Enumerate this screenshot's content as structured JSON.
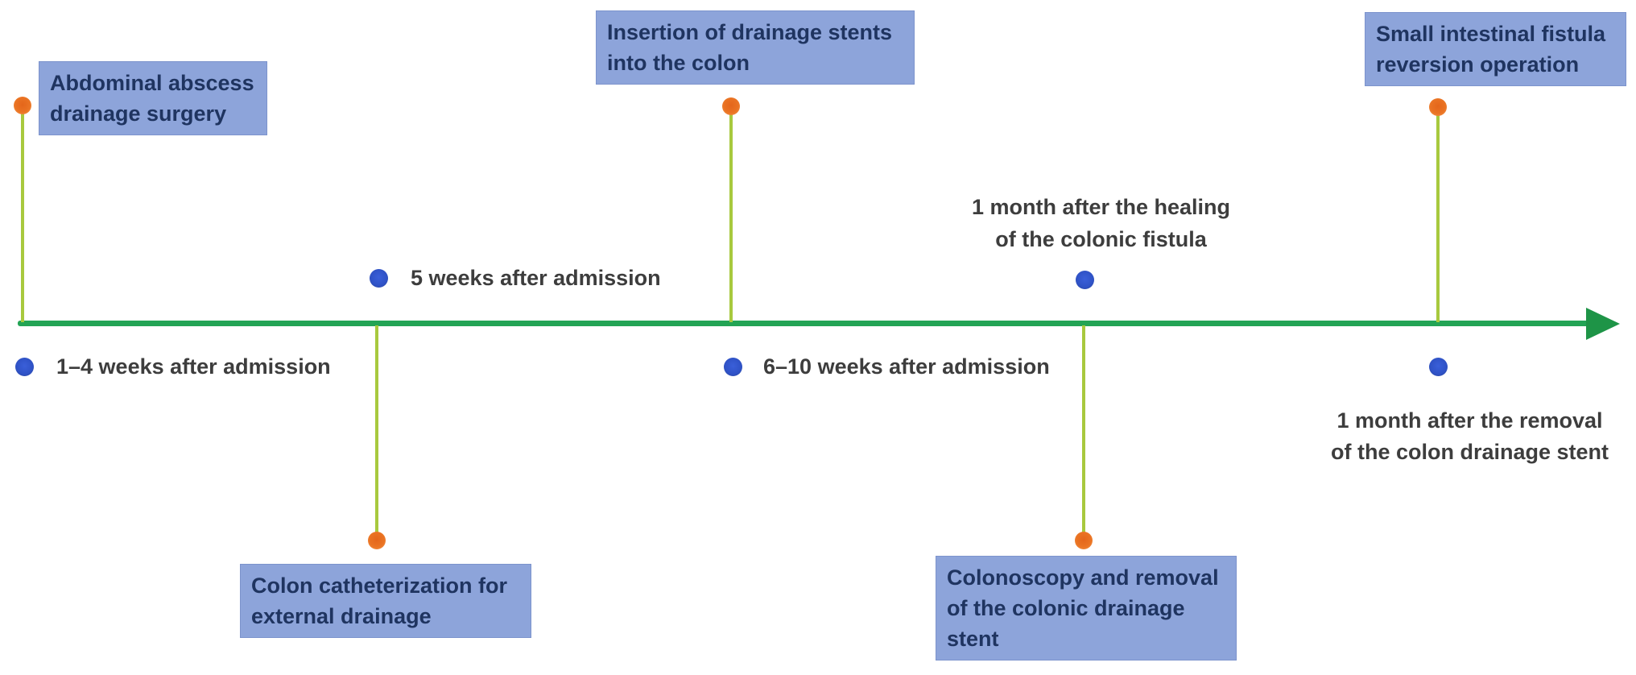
{
  "diagram": {
    "type": "timeline",
    "direction": "left-to-right",
    "procedures": [
      {
        "label": "Abdominal abscess drainage surgery",
        "marker": "orange-dot",
        "side": "above-axis-left"
      },
      {
        "label": "Colon catheterization for external drainage",
        "marker": "orange-dot",
        "side": "below-axis"
      },
      {
        "label": "Insertion of drainage stents into the colon",
        "marker": "orange-dot",
        "side": "above-axis"
      },
      {
        "label": "Colonoscopy and removal of the colonic drainage stent",
        "marker": "orange-dot",
        "side": "below-axis"
      },
      {
        "label": "Small intestinal fistula reversion operation",
        "marker": "orange-dot",
        "side": "above-axis-right"
      }
    ],
    "time_points": [
      {
        "label": "1–4 weeks after admission",
        "marker": "blue-dot",
        "side": "below-axis"
      },
      {
        "label": "5 weeks after admission",
        "marker": "blue-dot",
        "side": "above-axis"
      },
      {
        "label": "6–10 weeks after admission",
        "marker": "blue-dot",
        "side": "below-axis"
      },
      {
        "label": "1 month after the healing\nof the colonic fistula",
        "marker": "blue-dot",
        "side": "above-axis"
      },
      {
        "label": "1 month after the removal\nof the colon drainage stent",
        "marker": "blue-dot",
        "side": "below-axis"
      }
    ],
    "colors": {
      "axis_green": "#23a455",
      "arrowhead_green": "#1e9447",
      "connector_yellow_green": "#a8c93e",
      "procedure_dot_orange": "#ea7323",
      "time_dot_blue": "#2f52c6",
      "box_fill": "#8da4da",
      "box_text": "#1f3460",
      "label_text": "#3d3d3d",
      "background": "#ffffff"
    }
  }
}
